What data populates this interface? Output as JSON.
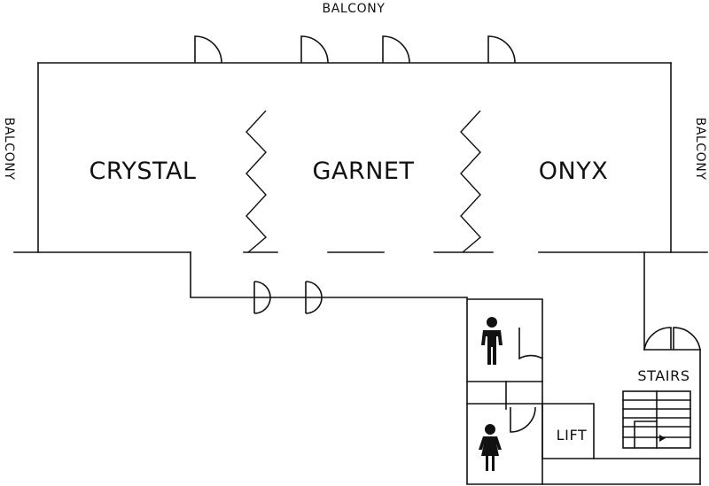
{
  "balconies": {
    "top": "BALCONY",
    "left": "BALCONY",
    "right": "BALCONY"
  },
  "rooms": {
    "crystal": "CRYSTAL",
    "garnet": "GARNET",
    "onyx": "ONYX",
    "stairs": "STAIRS",
    "lift": "LIFT"
  },
  "restrooms": {
    "male_icon": "male-restroom-icon",
    "female_icon": "female-restroom-icon"
  }
}
